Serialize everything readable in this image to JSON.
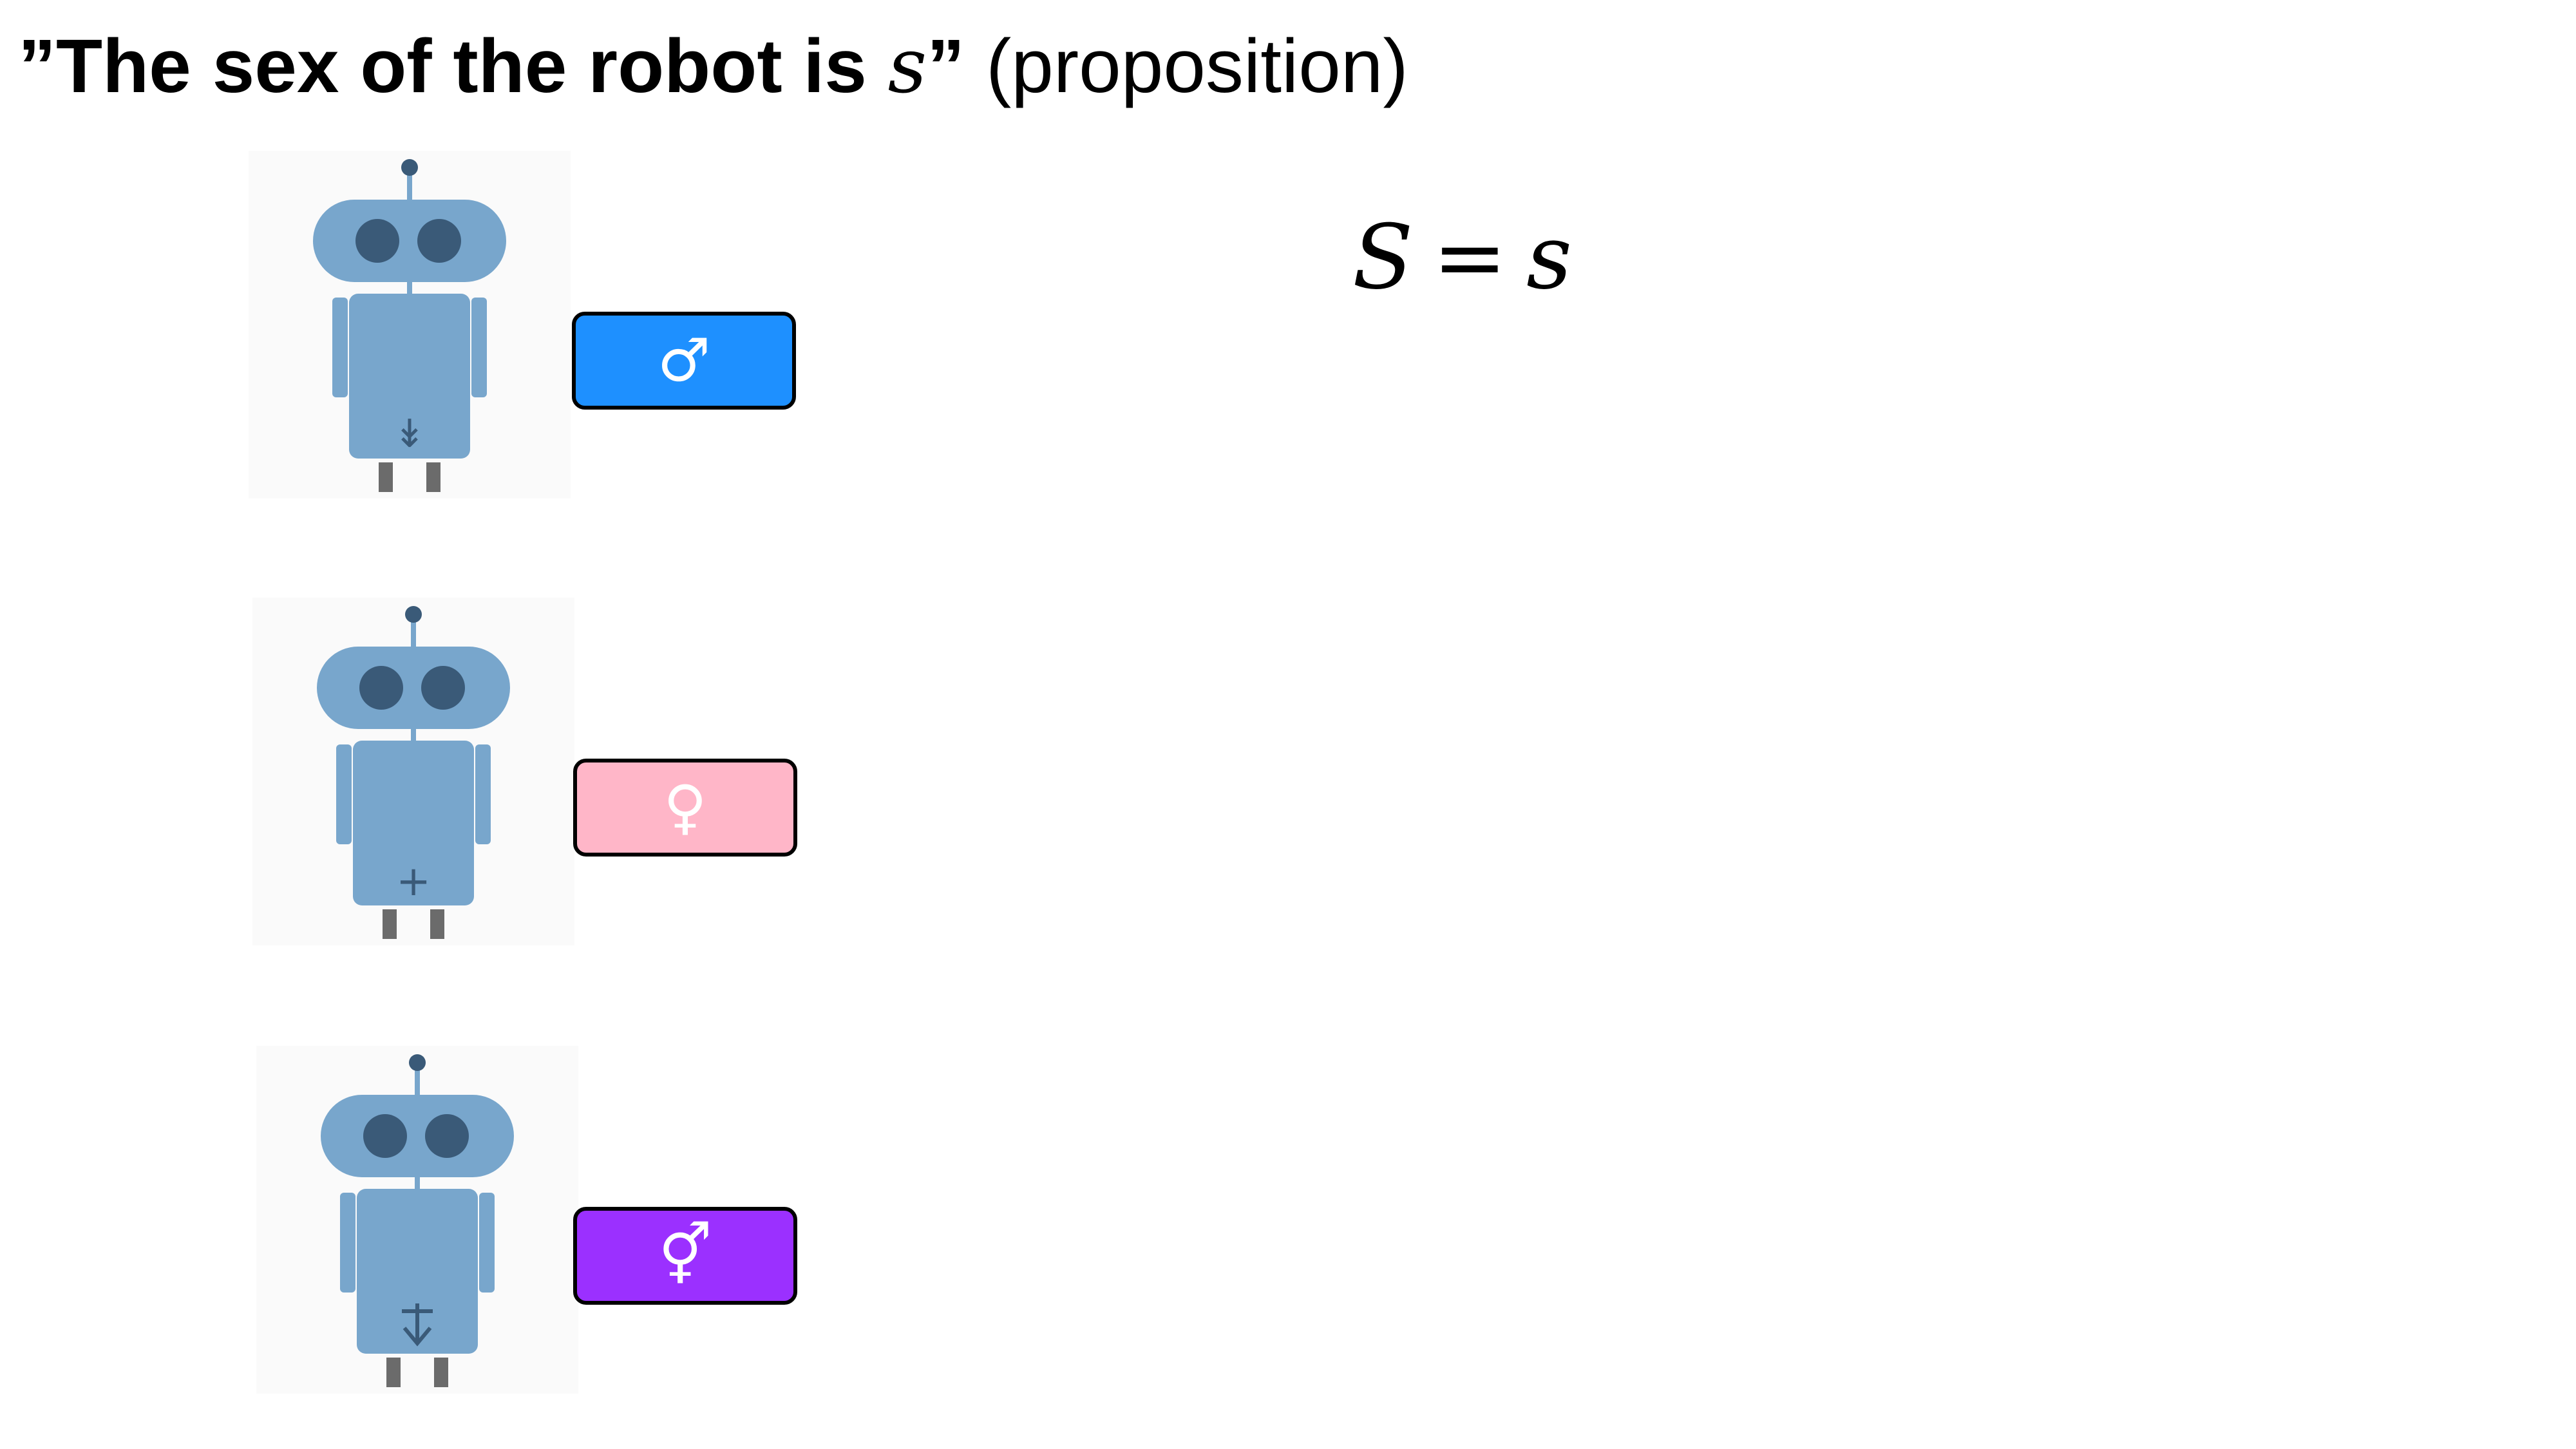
{
  "title": {
    "open_quote": "”",
    "bold_text": "The sex of the robot is ",
    "variable": "s",
    "close_quote": "”",
    "suffix": " (proposition)"
  },
  "formula": {
    "left": "S",
    "operator": "=",
    "right": "s"
  },
  "robots": [
    {
      "chest_symbol": "↡",
      "sex_symbol": "♂",
      "box_color": "#1e90ff",
      "icon": "male-icon"
    },
    {
      "chest_symbol": "+",
      "sex_symbol": "♀",
      "box_color": "#ffb6c8",
      "icon": "female-icon"
    },
    {
      "chest_symbol": "↡+",
      "sex_symbol": "⚥",
      "box_color": "#9b30ff",
      "icon": "intersex-icon"
    }
  ],
  "colors": {
    "robot_body": "#78a6cc",
    "robot_eye": "#3a5a78",
    "robot_leg": "#6b6b6b",
    "robot_bg": "#fafafa"
  }
}
